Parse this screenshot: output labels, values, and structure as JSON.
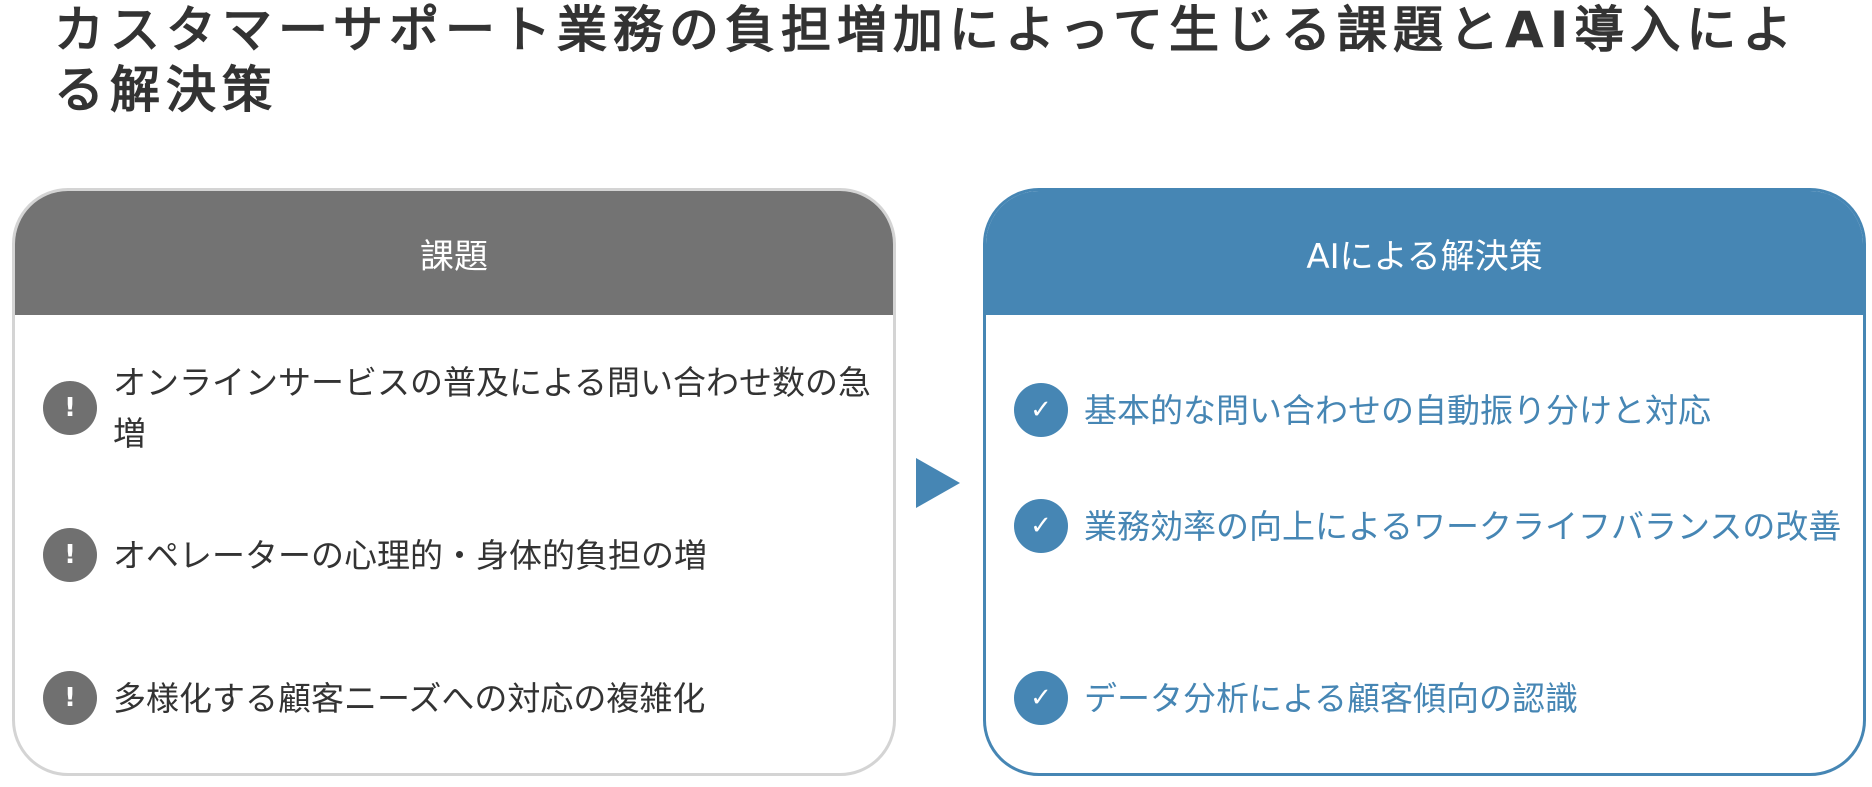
{
  "title": "カスタマーサポート業務の負担増加によって生じる課題とAI導入による解決策",
  "colors": {
    "problem_header": "#737373",
    "solution_accent": "#4686b4",
    "problem_text": "#333333"
  },
  "problems": {
    "header": "課題",
    "icon": "exclamation-icon",
    "icon_glyph": "!",
    "items": [
      "オンラインサービスの普及による問い合わせ数の急増",
      "オペレーターの心理的・身体的負担の増",
      "多様化する顧客ニーズへの対応の複雑化"
    ]
  },
  "solutions": {
    "header": "AIによる解決策",
    "icon": "check-icon",
    "icon_glyph": "✓",
    "items": [
      "基本的な問い合わせの自動振り分けと対応",
      "業務効率の向上によるワークライフバランスの改善",
      "データ分析による顧客傾向の認識"
    ]
  },
  "connector": "right-arrow-icon"
}
